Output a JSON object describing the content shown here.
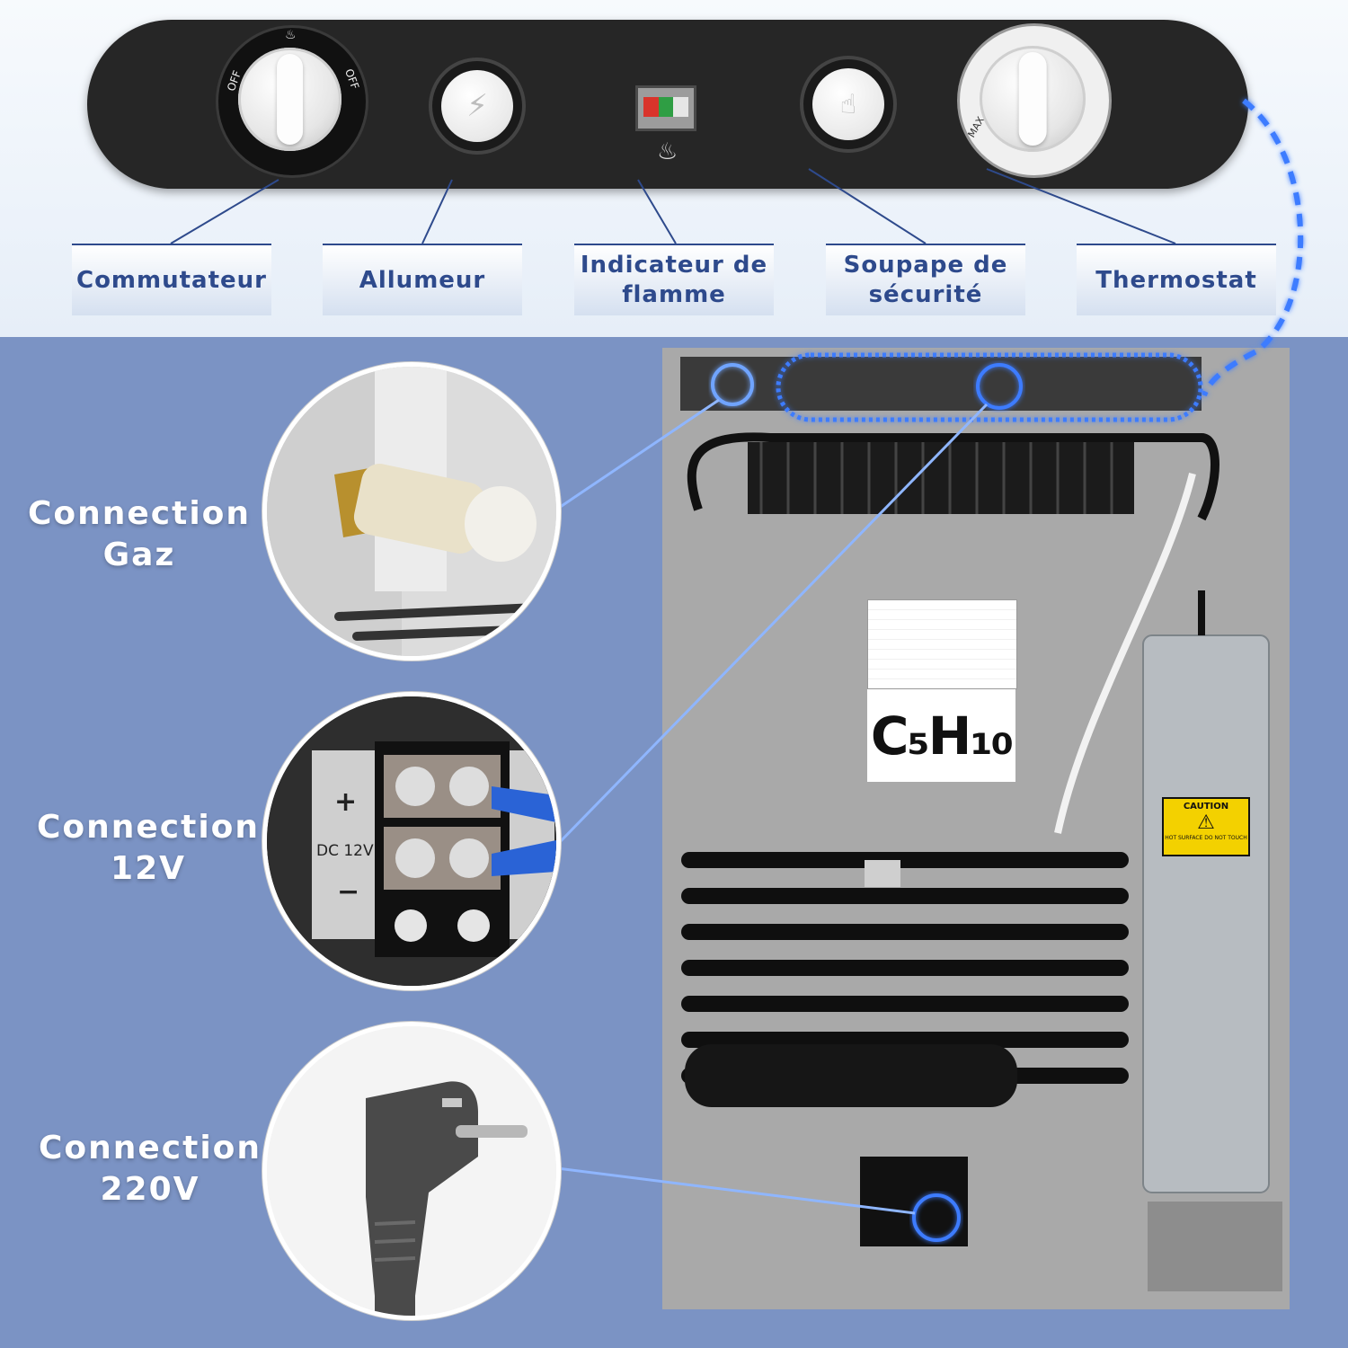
{
  "control_panel": {
    "knob_left_labels": {
      "top_mark": "♨",
      "off_left": "OFF",
      "off_right": "OFF",
      "max": "MAX"
    },
    "indicator_colors": [
      "#d9342b",
      "#2f9e44",
      "#e6e6e6"
    ]
  },
  "labels": {
    "commutateur": "Commutateur",
    "allumeur": "Allumeur",
    "indicateur_line1": "Indicateur de",
    "indicateur_line2": "flamme",
    "soupape_line1": "Soupape de",
    "soupape_line2": "sécurité",
    "thermostat": "Thermostat"
  },
  "connections": {
    "gaz_line1": "Connection",
    "gaz_line2": "Gaz",
    "v12_line1": "Connection",
    "v12_line2": "12V",
    "v220_line1": "Connection",
    "v220_line2": "220V"
  },
  "photo": {
    "formula": "C₅H₁₀",
    "caution": "CAUTION",
    "caution_sub": "HOT SURFACE DO NOT TOUCH",
    "dc_text": "DC 12V",
    "plus": "+",
    "minus": "−"
  },
  "colors": {
    "accent": "#2e4a8c",
    "blue_bg": "#7b93c4",
    "glow": "#3d7bff"
  }
}
